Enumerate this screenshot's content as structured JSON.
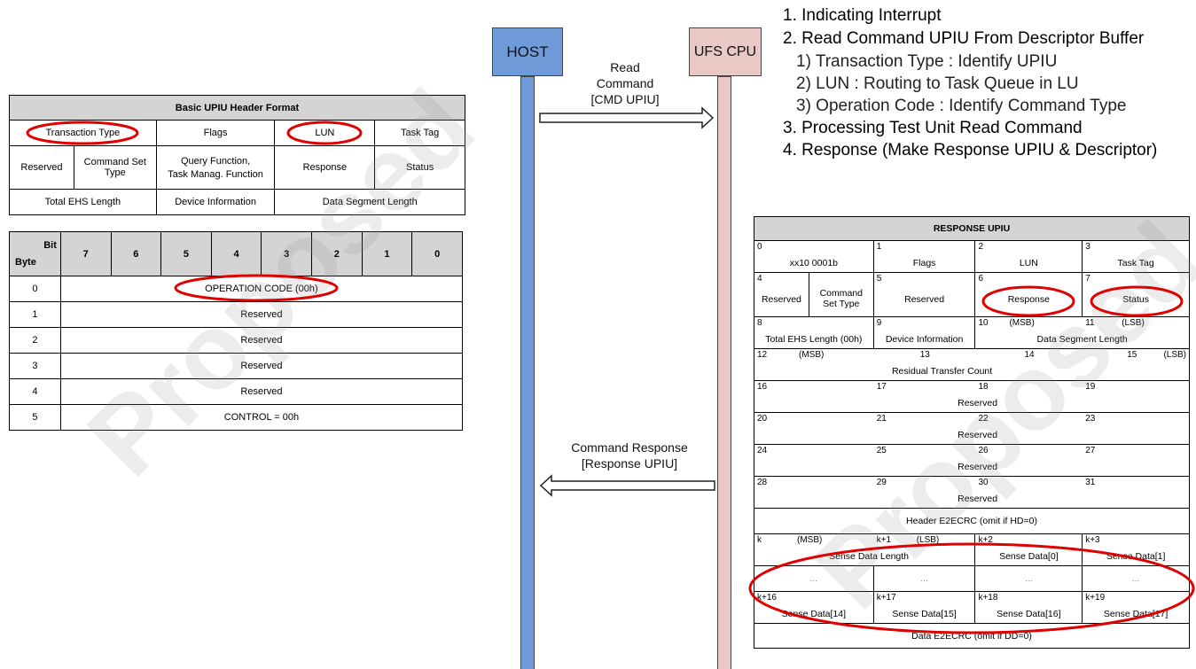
{
  "header_table": {
    "title": "Basic UPIU Header Format",
    "row1": [
      "Transaction Type",
      "Flags",
      "LUN",
      "Task Tag"
    ],
    "row2": [
      "Reserved",
      "Command Set Type",
      "Query Function,",
      "Task Manag. Function",
      "Response",
      "Status"
    ],
    "row3": [
      "Total EHS Length",
      "Device Information",
      "Data Segment Length"
    ]
  },
  "cdb_table": {
    "bit_label": "Bit",
    "byte_label": "Byte",
    "bits": [
      "7",
      "6",
      "5",
      "4",
      "3",
      "2",
      "1",
      "0"
    ],
    "rows": [
      {
        "byte": "0",
        "text": "OPERATION CODE (00h)"
      },
      {
        "byte": "1",
        "text": "Reserved"
      },
      {
        "byte": "2",
        "text": "Reserved"
      },
      {
        "byte": "3",
        "text": "Reserved"
      },
      {
        "byte": "4",
        "text": "Reserved"
      },
      {
        "byte": "5",
        "text": "CONTROL = 00h"
      }
    ]
  },
  "sequence": {
    "host": "HOST",
    "ufs": "UFS CPU",
    "request": [
      "Read",
      "Command",
      "[CMD UPIU]"
    ],
    "response": [
      "Command Response",
      "[Response UPIU]"
    ],
    "host_color": "#6f9bd8",
    "ufs_color": "#e9c8c6"
  },
  "steps": [
    "1. Indicating Interrupt",
    "2. Read Command UPIU From Descriptor Buffer",
    "1) Transaction Type : Identify UPIU",
    "2) LUN : Routing to Task Queue in LU",
    "3) Operation Code : Identify Command Type",
    "3. Processing Test Unit Read Command",
    "4. Response (Make Response UPIU & Descriptor)"
  ],
  "response_table": {
    "title": "RESPONSE UPIU",
    "r1": {
      "n": [
        "0",
        "1",
        "2",
        "3"
      ],
      "t": [
        "xx10 0001b",
        "Flags",
        "LUN",
        "Task Tag"
      ]
    },
    "r2": {
      "n": [
        "4",
        "5",
        "6",
        "7"
      ],
      "t": [
        "Reserved",
        "Command Set Type",
        "Reserved",
        "Response",
        "Status"
      ]
    },
    "r3": {
      "n": [
        "8",
        "9",
        "10",
        "11"
      ],
      "msb": "(MSB)",
      "lsb": "(LSB)",
      "t": [
        "Total EHS Length (00h)",
        "Device Information",
        "Data Segment Length"
      ]
    },
    "r4": {
      "n": [
        "12",
        "13",
        "14",
        "15"
      ],
      "msb": "(MSB)",
      "lsb": "(LSB)",
      "t": "Residual Transfer Count"
    },
    "reserved_rows": [
      [
        "16",
        "17",
        "18",
        "19"
      ],
      [
        "20",
        "21",
        "22",
        "23"
      ],
      [
        "24",
        "25",
        "26",
        "27"
      ],
      [
        "28",
        "29",
        "30",
        "31"
      ]
    ],
    "reserved_text": "Reserved",
    "header_crc": "Header E2ECRC (omit if HD=0)",
    "r_k": {
      "n": [
        "k",
        "k+1",
        "k+2",
        "k+3"
      ],
      "msb": "(MSB)",
      "lsb": "(LSB)",
      "t": [
        "Sense Data Length",
        "Sense Data[0]",
        "Sense Data[1]"
      ]
    },
    "dots": "...",
    "r_k16": {
      "n": [
        "k+16",
        "k+17",
        "k+18",
        "k+19"
      ],
      "t": [
        "Sense Data[14]",
        "Sense Data[15]",
        "Sense Data[16]",
        "Sense Data[17]"
      ]
    },
    "data_crc": "Data E2ECRC (omit if DD=0)"
  },
  "highlight_color": "#e00000",
  "watermark": "Proposed"
}
